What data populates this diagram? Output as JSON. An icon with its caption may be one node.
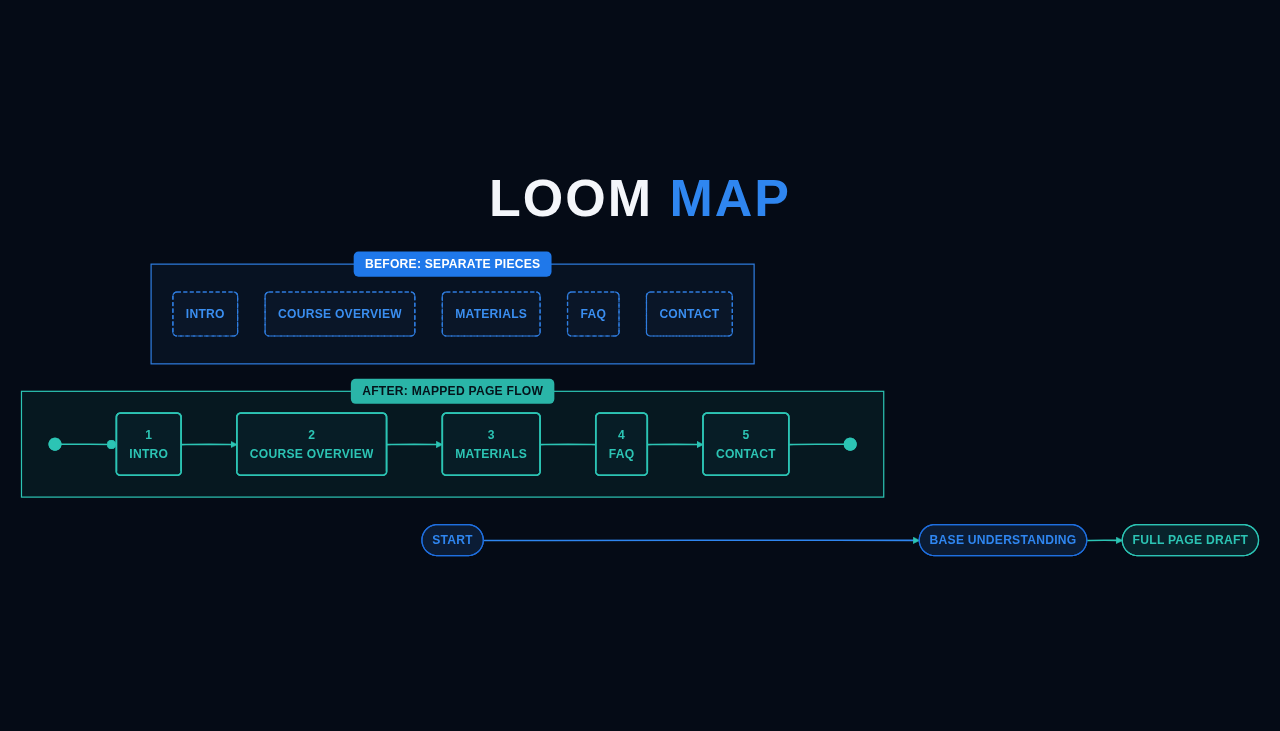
{
  "diagram": {
    "title": "LOOM MAP",
    "nodes": [
      {
        "text": [
          "BEFORE: SEPARATE PIECES"
        ]
      },
      {
        "text": [
          "INTRO"
        ],
        "in": 0
      },
      {
        "text": [
          "COURSE OVERVIEW"
        ],
        "in": 0
      },
      {
        "text": [
          "MATERIALS"
        ],
        "in": 0
      },
      {
        "text": [
          "FAQ"
        ],
        "in": 0
      },
      {
        "text": [
          "CONTACT"
        ],
        "in": 0
      },
      {
        "text": [
          "AFTER: MAPPED PAGE FLOW"
        ]
      },
      {
        "text": [],
        "shape": "circle",
        "in": 6
      },
      {
        "text": [
          "1",
          "INTRO"
        ],
        "in": 6
      },
      {
        "text": [
          "2",
          "COURSE OVERVIEW"
        ],
        "in": 6
      },
      {
        "text": [
          "3",
          "MATERIALS"
        ],
        "in": 6
      },
      {
        "text": [
          "4",
          "FAQ"
        ],
        "in": 6
      },
      {
        "text": [
          "5",
          "CONTACT"
        ],
        "in": 6
      },
      {
        "text": [],
        "shape": "circle",
        "in": 6
      },
      {
        "text": [
          "START"
        ]
      },
      {
        "text": [
          "BASE UNDERSTANDING"
        ]
      },
      {
        "text": [
          "FULL PAGE DRAFT"
        ]
      }
    ],
    "edges": [
      {
        "from": 7,
        "to": 8,
        "arrow": "other"
      },
      {
        "from": 8,
        "to": 9,
        "arrow": "to"
      },
      {
        "from": 9,
        "to": 10,
        "arrow": "to"
      },
      {
        "from": 10,
        "to": 11,
        "arrow": "none"
      },
      {
        "from": 11,
        "to": 12,
        "arrow": "to"
      },
      {
        "from": 12,
        "to": 13,
        "arrow": "none"
      },
      {
        "from": 14,
        "to": 15,
        "arrow": "to",
        "color": "#2f86f0"
      },
      {
        "from": 15,
        "to": 16,
        "arrow": "to"
      }
    ]
  }
}
